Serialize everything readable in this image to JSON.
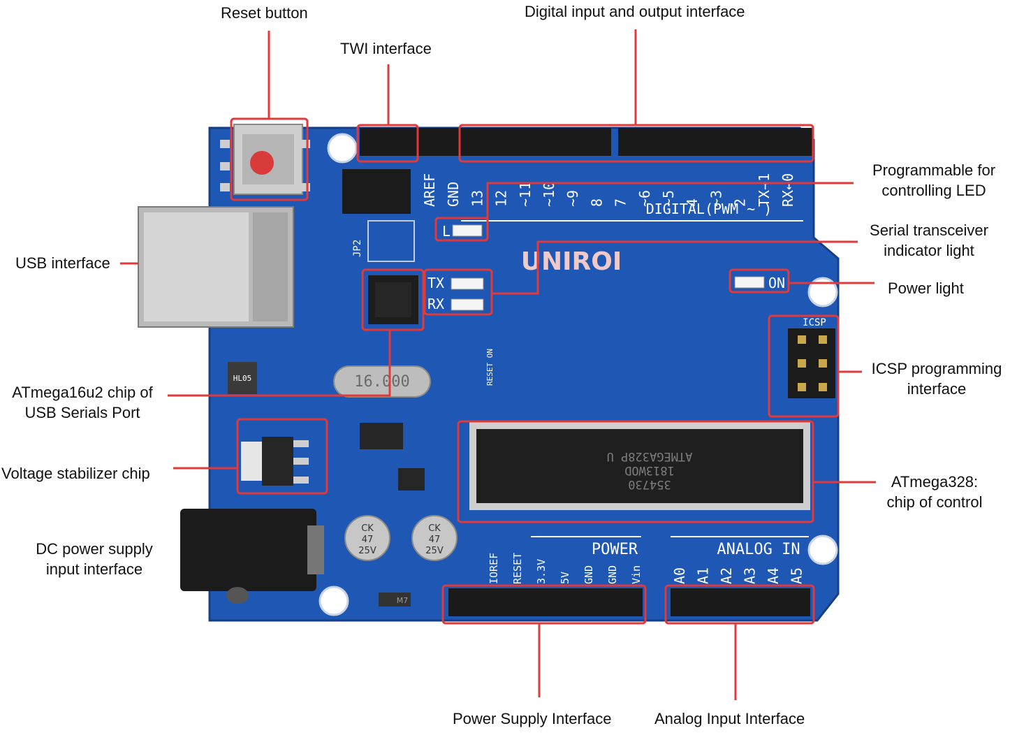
{
  "board": {
    "brand": "UNIROI",
    "digital_header_label": "DIGITAL(PWM ~ )",
    "digital_pins": [
      "AREF",
      "GND",
      "13",
      "12",
      "~11",
      "~10",
      "~9",
      "8",
      "7",
      "~6",
      "~5",
      "4",
      "~3",
      "2",
      "TX→1",
      "RX←0"
    ],
    "power_header_label": "POWER",
    "power_pins": [
      "IOREF",
      "RESET",
      "3.3V",
      "5V",
      "GND",
      "GND",
      "Vin"
    ],
    "analog_header_label": "ANALOG IN",
    "analog_pins": [
      "A0",
      "A1",
      "A2",
      "A3",
      "A4",
      "A5"
    ],
    "icsp_label": "ICSP",
    "on_led_label": "ON",
    "l_led_label": "L",
    "tx_label": "TX",
    "rx_label": "RX",
    "crystal_label": "16.000",
    "jp2_label": "JP2",
    "regulator_marking": "HL05",
    "reset_on_label": "RESET ON",
    "capacitor_marking": [
      "CK",
      "47",
      "25V"
    ],
    "atmega328_marking": [
      "ATMEGA328P U",
      "1813WOD",
      "354730"
    ],
    "m7_label": "M7"
  },
  "labels": {
    "reset_button": "Reset button",
    "twi_interface": "TWI interface",
    "digital_io": "Digital input and output interface",
    "programmable_led": [
      "Programmable for",
      "controlling LED"
    ],
    "serial_indicator": [
      "Serial transceiver",
      "indicator light"
    ],
    "power_light": "Power light",
    "usb_interface": "USB interface",
    "atmega16u2": [
      "ATmega16u2 chip of",
      "USB Serials Port"
    ],
    "voltage_stabilizer": "Voltage stabilizer chip",
    "dc_power": [
      "DC power supply",
      "input interface"
    ],
    "icsp_programming": [
      "ICSP programming",
      "interface"
    ],
    "atmega328": [
      "ATmega328:",
      "chip of control"
    ],
    "power_supply_interface": "Power Supply Interface",
    "analog_input_interface": "Analog Input Interface"
  },
  "colors": {
    "board": "#1f57b4",
    "callout": "#e03a3a",
    "header": "#1a1a1a",
    "silkscreen": "#ffffff"
  }
}
